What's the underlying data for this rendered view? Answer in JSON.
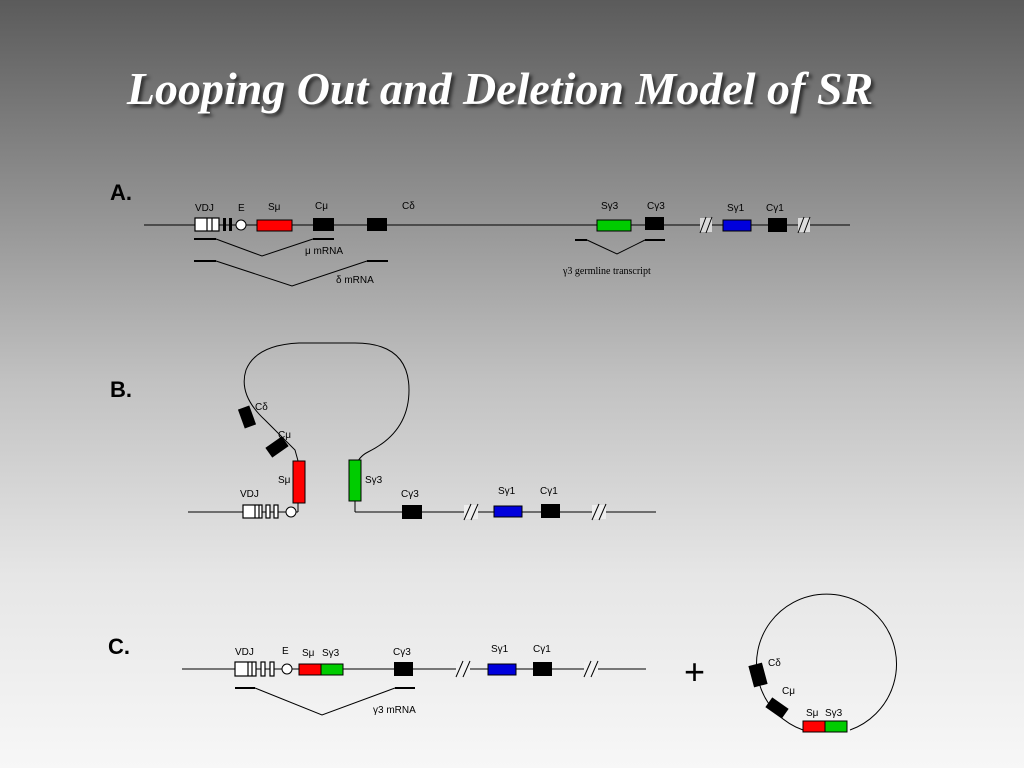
{
  "title": "Looping Out and Deletion Model of SR",
  "sections": {
    "a": {
      "label": "A.",
      "vdj": "VDJ",
      "e": "E",
      "smu": "Sμ",
      "cmu": "Cμ",
      "cdelta": "Cδ",
      "sg3": "Sγ3",
      "cg3": "Cγ3",
      "sg1": "Sγ1",
      "cg1": "Cγ1",
      "mu_mrna": "μ mRNA",
      "delta_mrna": "δ mRNA",
      "g3_transcript": "γ3 germline transcript"
    },
    "b": {
      "label": "B.",
      "cdelta": "Cδ",
      "cmu": "Cμ",
      "smu": "Sμ",
      "sg3": "Sγ3",
      "vdj": "VDJ",
      "cg3": "Cγ3",
      "sg1": "Sγ1",
      "cg1": "Cγ1"
    },
    "c": {
      "label": "C.",
      "vdj": "VDJ",
      "e": "E",
      "smu": "Sμ",
      "sg3": "Sγ3",
      "cg3": "Cγ3",
      "sg1": "Sγ1",
      "cg1": "Cγ1",
      "g3_mrna": "γ3 mRNA",
      "plus": "+",
      "circle_cdelta": "Cδ",
      "circle_cmu": "Cμ",
      "circle_smu": "Sμ",
      "circle_sg3": "Sγ3"
    }
  },
  "colors": {
    "smu": "#ff0000",
    "sg3": "#00cc00",
    "sg1": "#0000dd",
    "constant": "#000000"
  }
}
